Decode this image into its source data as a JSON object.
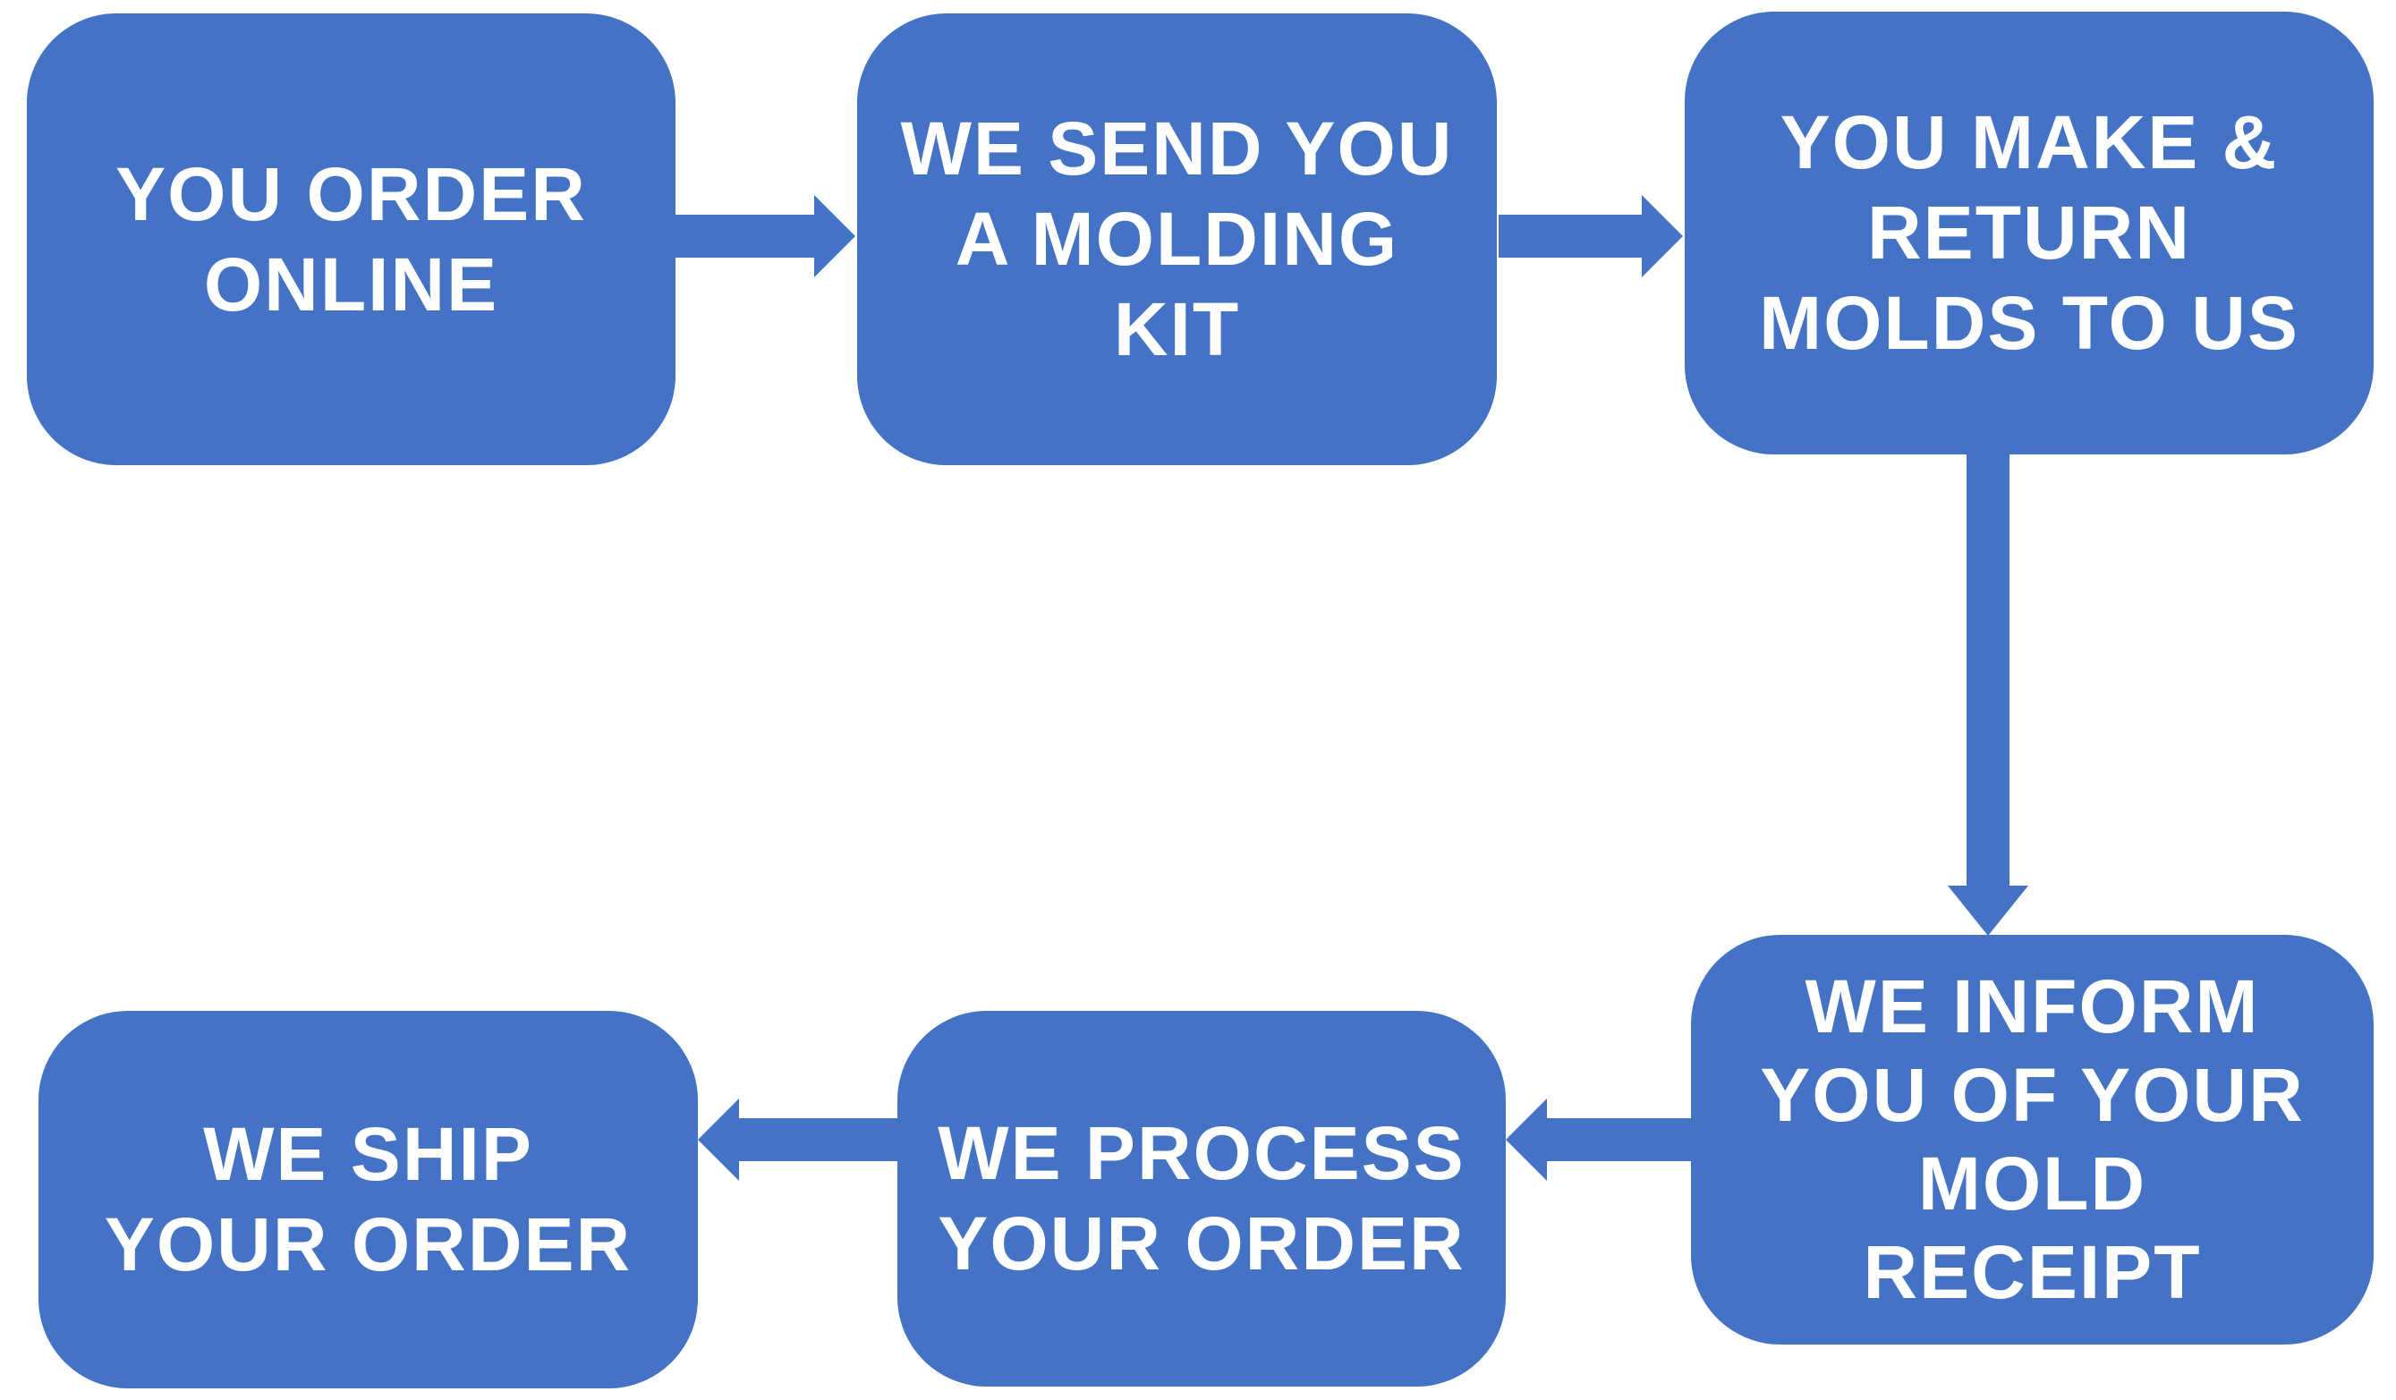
{
  "diagram": {
    "type": "flowchart",
    "flow_description": "S-shaped ordering process: left-to-right across the top row, down the right side, then right-to-left across the bottom row",
    "colors": {
      "shape_fill": "#4472C4",
      "arrow_fill": "#4472C4",
      "text": "#FFFFFF",
      "background": "#FFFFFF"
    },
    "boxes": [
      {
        "id": "you-order-online",
        "label": "YOU ORDER ONLINE",
        "lines": [
          "YOU ORDER",
          "ONLINE"
        ]
      },
      {
        "id": "we-send-you-a-molding-kit",
        "label": "WE SEND YOU A MOLDING KIT",
        "lines": [
          "WE SEND YOU",
          "A MOLDING",
          "KIT"
        ]
      },
      {
        "id": "you-make-and-return-molds-to-us",
        "label": "YOU MAKE & RETURN MOLDS TO US",
        "lines": [
          "YOU MAKE &",
          "RETURN",
          "MOLDS TO US"
        ]
      },
      {
        "id": "we-inform-you-of-your-mold-receipt",
        "label": "WE INFORM YOU OF YOUR MOLD RECEIPT",
        "lines": [
          "WE INFORM",
          "YOU OF YOUR",
          "MOLD",
          "RECEIPT"
        ]
      },
      {
        "id": "we-process-your-order",
        "label": "WE PROCESS YOUR ORDER",
        "lines": [
          "WE PROCESS",
          "YOUR ORDER"
        ]
      },
      {
        "id": "we-ship-your-order",
        "label": "WE SHIP YOUR ORDER",
        "lines": [
          "WE SHIP",
          "YOUR ORDER"
        ]
      }
    ],
    "connectors": [
      {
        "from": "you-order-online",
        "to": "we-send-you-a-molding-kit",
        "direction": "right"
      },
      {
        "from": "we-send-you-a-molding-kit",
        "to": "you-make-and-return-molds-to-us",
        "direction": "right"
      },
      {
        "from": "you-make-and-return-molds-to-us",
        "to": "we-inform-you-of-your-mold-receipt",
        "direction": "down"
      },
      {
        "from": "we-inform-you-of-your-mold-receipt",
        "to": "we-process-your-order",
        "direction": "left"
      },
      {
        "from": "we-process-your-order",
        "to": "we-ship-your-order",
        "direction": "left"
      }
    ]
  }
}
